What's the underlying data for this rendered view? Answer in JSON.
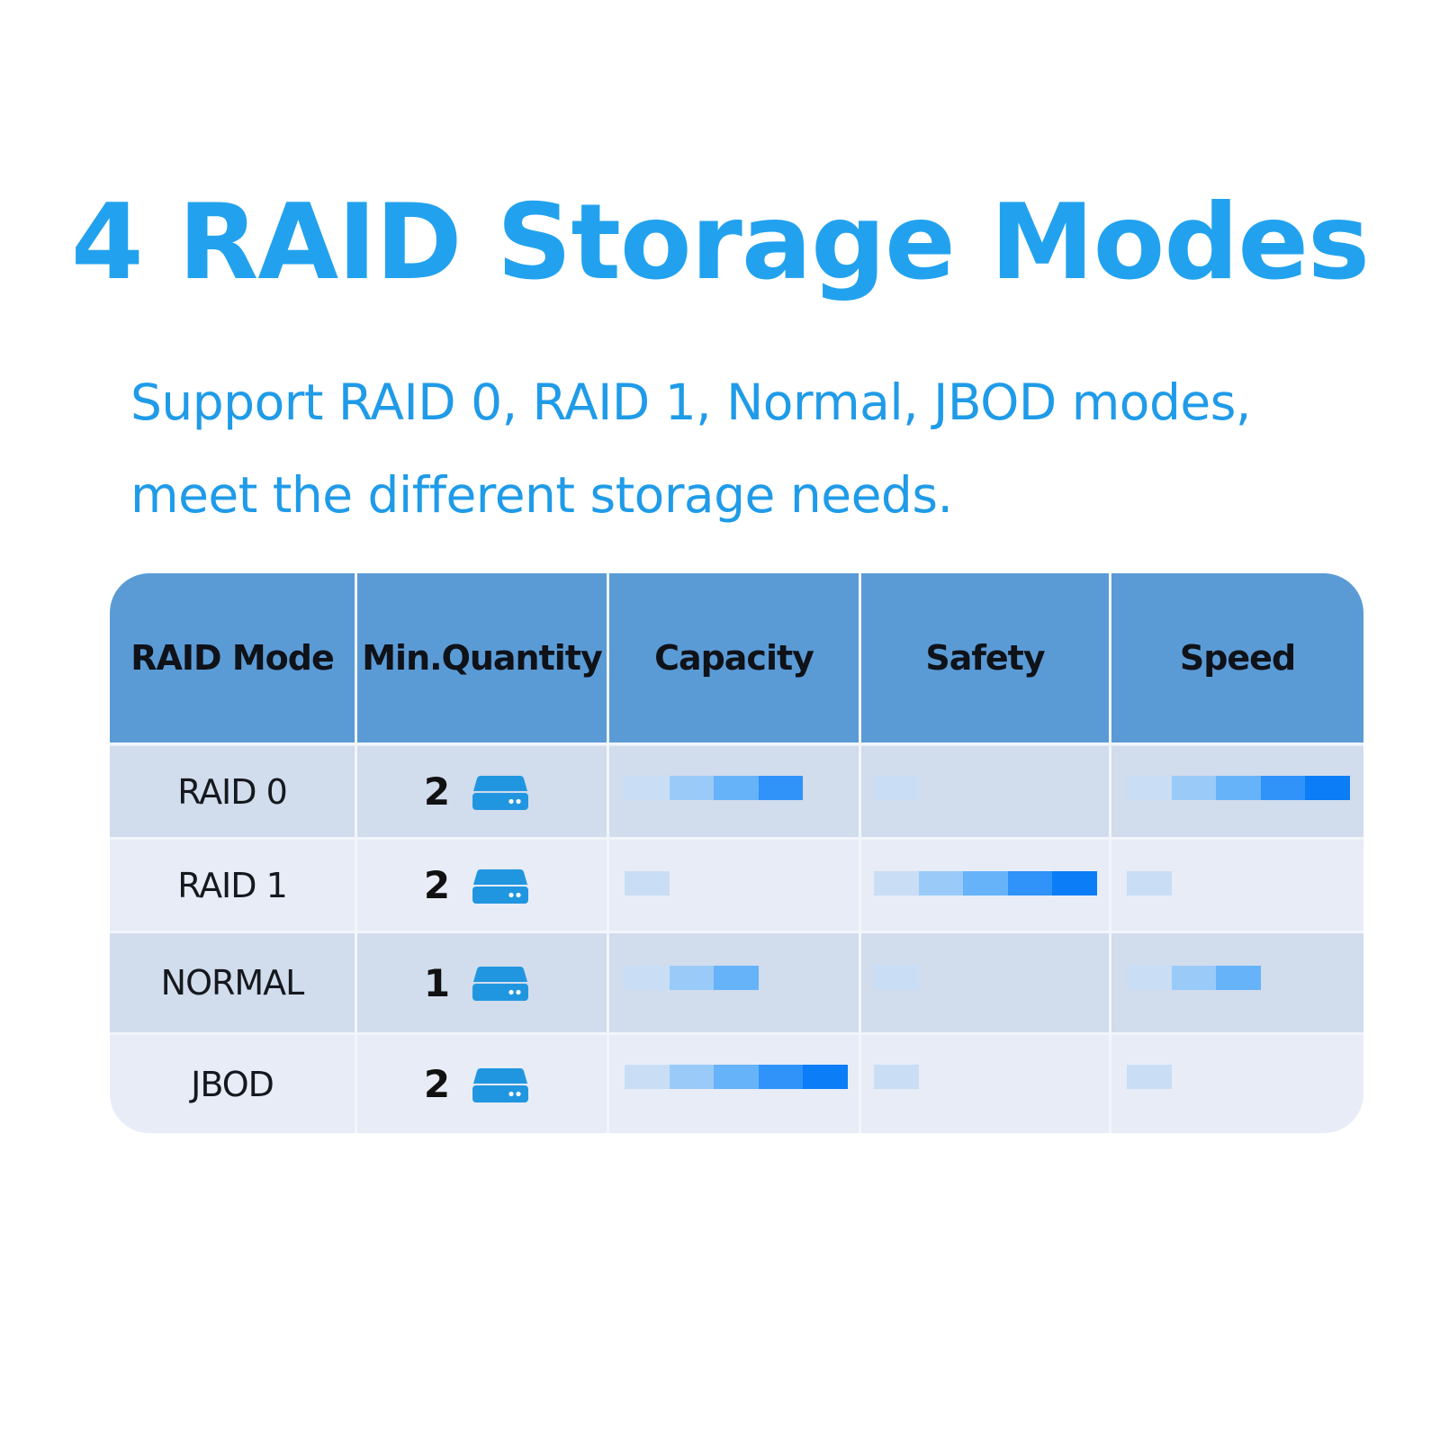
{
  "title": "4 RAID Storage Modes",
  "subtitle": "Support RAID 0, RAID 1, Normal, JBOD modes, meet the different storage needs.",
  "colors": {
    "accent": "#22a2ee",
    "header_bg": "#5a9bd6",
    "row_dark": "#d1dced",
    "row_light": "#e7ecf6",
    "level_segments": [
      "#c9def5",
      "#9acbf8",
      "#66b3fa",
      "#2f93fa",
      "#0a7df7"
    ]
  },
  "table": {
    "headers": [
      "RAID Mode",
      "Min.Quantity",
      "Capacity",
      "Safety",
      "Speed"
    ],
    "rows": [
      {
        "mode": "RAID 0",
        "min_quantity": "2",
        "icon": "hard-drive-icon",
        "capacity_level": 4,
        "safety_level": 1,
        "speed_level": 5
      },
      {
        "mode": "RAID 1",
        "min_quantity": "2",
        "icon": "hard-drive-icon",
        "capacity_level": 1,
        "safety_level": 5,
        "speed_level": 1
      },
      {
        "mode": "NORMAL",
        "min_quantity": "1",
        "icon": "hard-drive-icon",
        "capacity_level": 3,
        "safety_level": 1,
        "speed_level": 3
      },
      {
        "mode": "JBOD",
        "min_quantity": "2",
        "icon": "hard-drive-icon",
        "capacity_level": 5,
        "safety_level": 1,
        "speed_level": 1
      }
    ],
    "level_max": 5
  }
}
